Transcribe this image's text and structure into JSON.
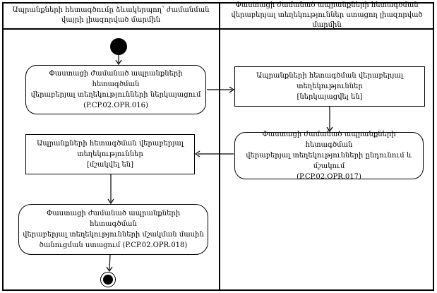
{
  "diagram": {
    "type": "uml-activity-diagram",
    "colors": {
      "background": "#ffffff",
      "line": "#000000",
      "node_fill": "#ffffff",
      "text": "#000000"
    },
    "lanes": [
      {
        "title": "Ապրանքների հետագծումը ձևակերպող՝ ժամանման վայրի լիազորված մարմին"
      },
      {
        "title": "Փաստացի ժամանած ապրանքների հետագծման վերաբերյալ տեղեկություններ ստացող լիազորված մարմին"
      }
    ],
    "nodes": {
      "start": {
        "type": "initial-node",
        "lane": 0
      },
      "activity1": {
        "type": "activity",
        "lane": 0,
        "lines": [
          "Փաստացի ժամանած ապրանքների հետագծման",
          "վերաբերյալ տեղեկությունների ներկայացում",
          "(P.CP.02.OPR.016)"
        ]
      },
      "object1": {
        "type": "object-state",
        "lane": 1,
        "lines": [
          "Ապրանքների հետագծման վերաբերյալ",
          "տեղեկություններ",
          "[ներկայացվել են]"
        ]
      },
      "activity2": {
        "type": "activity",
        "lane": 1,
        "lines": [
          "Փաստացի ժամանած ապրանքների հետագծման",
          "վերաբերյալ տեղեկությունների ընդունում և",
          "մշակում",
          "(P.CP.02.OPR.017)"
        ]
      },
      "object2": {
        "type": "object-state",
        "lane": 0,
        "lines": [
          "Ապրանքների հետագծման վերաբերյալ",
          "տեղեկություններ",
          "[մշակվել են]"
        ]
      },
      "activity3": {
        "type": "activity",
        "lane": 0,
        "lines": [
          "Փաստացի ժամանած ապրանքների հետագծման",
          "վերաբերյալ տեղեկությունների մշակման մասին",
          "ծանուցման ստացում (P.CP.02.OPR.018)"
        ]
      },
      "end": {
        "type": "final-node",
        "lane": 0
      }
    },
    "edges": [
      {
        "from": "start",
        "to": "activity1"
      },
      {
        "from": "activity1",
        "to": "object1"
      },
      {
        "from": "object1",
        "to": "activity2"
      },
      {
        "from": "activity2",
        "to": "object2"
      },
      {
        "from": "object2",
        "to": "activity3"
      },
      {
        "from": "activity3",
        "to": "end"
      }
    ]
  }
}
